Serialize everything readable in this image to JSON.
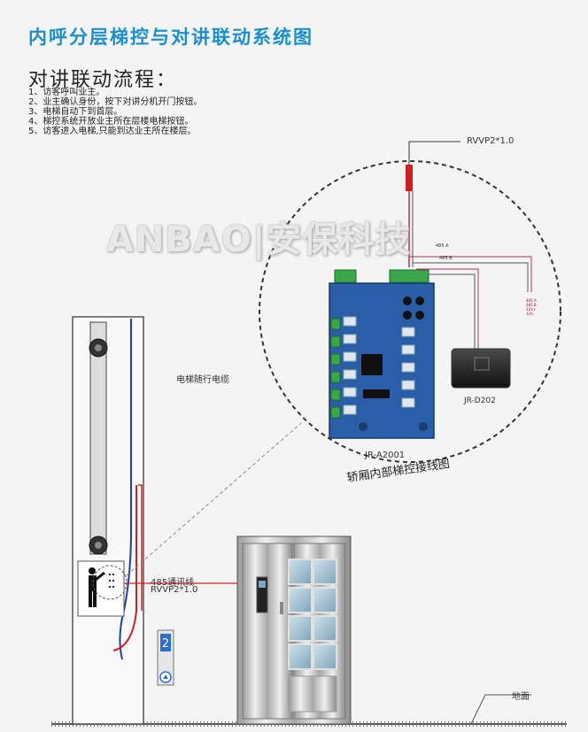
{
  "title": "内呼分层梯控与对讲联动系统图",
  "flow": {
    "heading": "对讲联动流程：",
    "steps": [
      "1、访客呼叫业主。",
      "2、业主确认身份，按下对讲分机开门按钮。",
      "3、电梯自动下到首层。",
      "4、梯控系统开放业主所在层楼电梯按钮。",
      "5、访客进入电梯,只能到达业主所在楼层。"
    ]
  },
  "watermark": "ANBAO|安保科技",
  "labels": {
    "cable_top": "RVVP2*1.0",
    "traveling_cable": "电梯随行电缆",
    "comm_line": "485通讯线",
    "comm_cable": "RVVP2*1.0",
    "controller": "JR-A2001",
    "reader": "JR-D202",
    "detail_caption": "轿厢内部梯控接线图",
    "ground": "地面",
    "floor_number": "2",
    "bus_a": "485 A",
    "bus_b": "485 B",
    "tiny_labels": [
      "485 A",
      "485 B",
      "12V+",
      "12V-"
    ]
  },
  "colors": {
    "title": "#1a8fcf",
    "pcb": "#2a5ea8",
    "cable_red": "#d21f1f",
    "cable_blue": "#1f3fa8",
    "terminal_green": "#3aa84a"
  }
}
